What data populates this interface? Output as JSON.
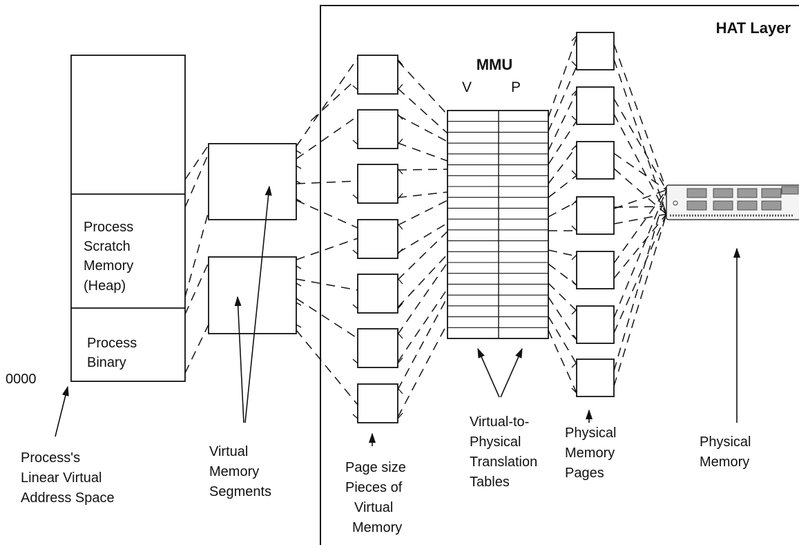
{
  "hat_title": "HAT Layer",
  "mmu": {
    "title": "MMU",
    "col_v": "V",
    "col_p": "P"
  },
  "address_space": {
    "heap_lines": [
      "Process",
      "Scratch",
      "Memory",
      "(Heap)"
    ],
    "binary_lines": [
      "Process",
      "Binary"
    ],
    "start_address": "0000"
  },
  "captions": {
    "linear_space": [
      "Process's",
      "Linear Virtual",
      "Address Space"
    ],
    "segments": [
      "Virtual",
      "Memory",
      "Segments"
    ],
    "pages": [
      "Page size",
      "Pieces of",
      "Virtual",
      "Memory"
    ],
    "tables": [
      "Virtual-to-",
      "Physical",
      "Translation",
      "Tables"
    ],
    "phys_pages": [
      "Physical",
      "Memory",
      "Pages"
    ],
    "phys_memory": [
      "Physical",
      "Memory"
    ]
  },
  "colors": {
    "ram_chip": "#9a9a9a",
    "ram_board": "#f4f4f4"
  }
}
